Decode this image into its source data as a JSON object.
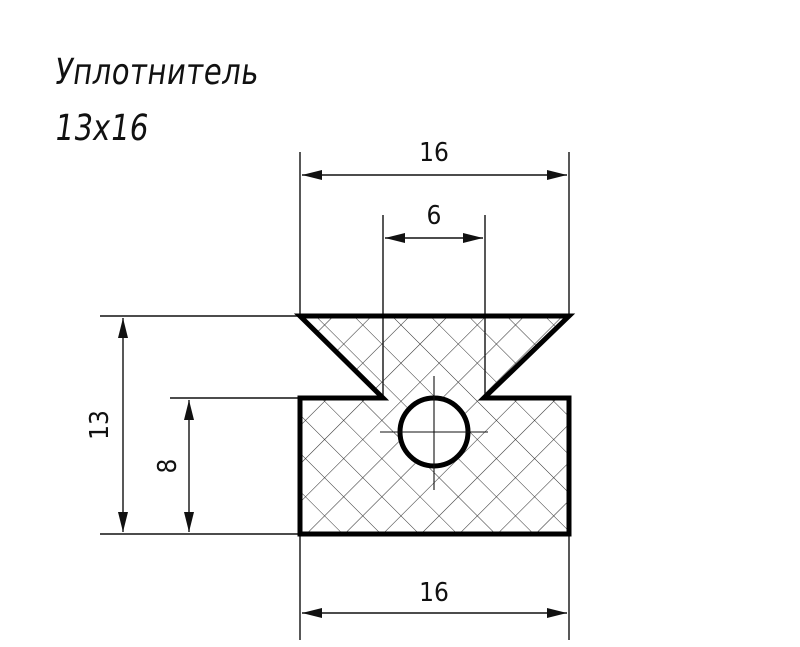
{
  "title": {
    "line1": "Уплотнитель",
    "line2": "13х16"
  },
  "dimensions": {
    "top_width": "16",
    "slot_width": "6",
    "total_height": "13",
    "body_height": "8",
    "bottom_width": "16"
  },
  "colors": {
    "outline": "#000000",
    "hatch": "#333333",
    "background": "#ffffff"
  }
}
